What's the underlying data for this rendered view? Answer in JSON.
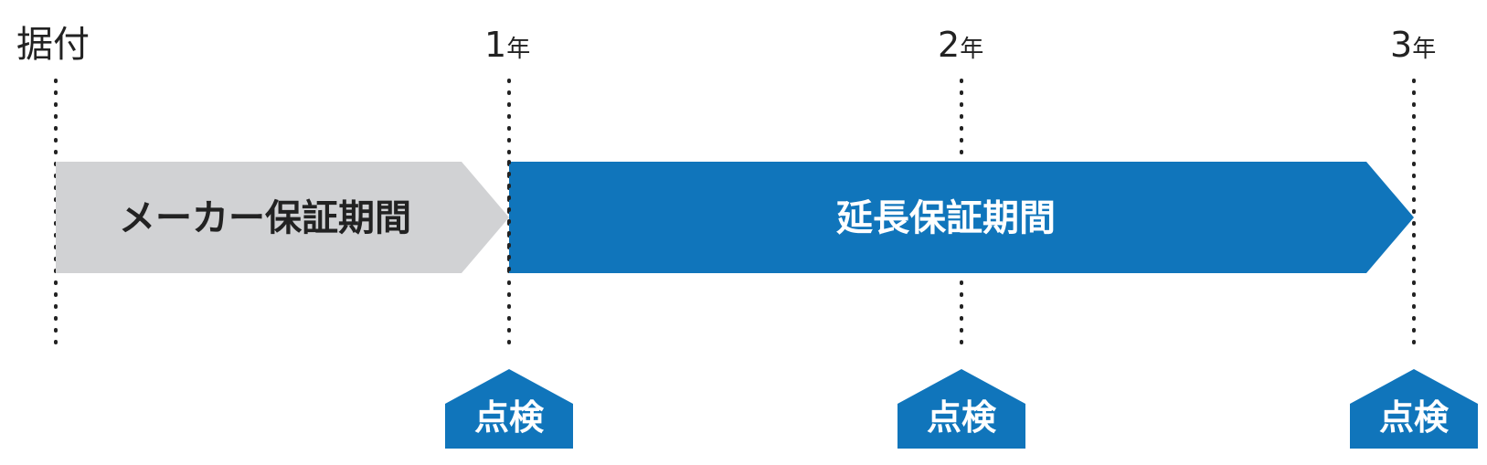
{
  "timeline": {
    "start_label": "据付",
    "year_labels": [
      {
        "number": "1",
        "unit": "年"
      },
      {
        "number": "2",
        "unit": "年"
      },
      {
        "number": "3",
        "unit": "年"
      }
    ]
  },
  "periods": {
    "maker": {
      "label": "メーカー保証期間",
      "color": "#d1d2d4",
      "text_color": "#222222"
    },
    "extended": {
      "label": "延長保証期間",
      "color": "#1075bb",
      "text_color": "#ffffff"
    }
  },
  "inspections": {
    "label": "点検",
    "color": "#1075bb",
    "count": 3
  }
}
